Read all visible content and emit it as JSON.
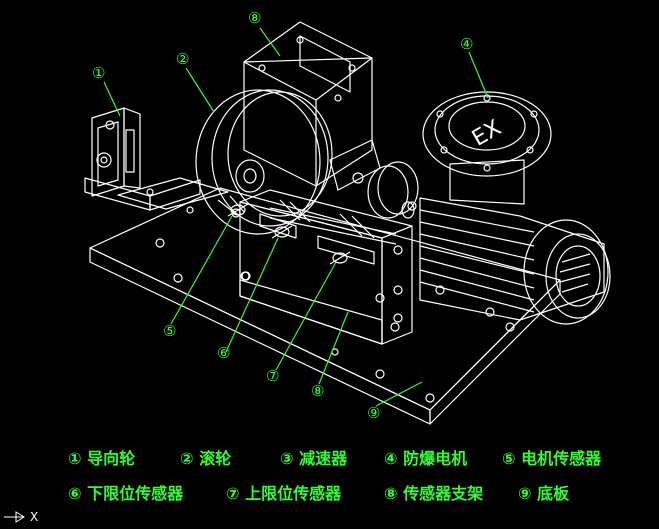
{
  "callouts": [
    "①",
    "②",
    "⑧",
    "④",
    "⑤",
    "⑥",
    "⑦",
    "⑧",
    "⑨"
  ],
  "legend_row1": [
    "① 导向轮",
    "② 滚轮",
    "③ 减速器",
    "④ 防爆电机",
    "⑤ 电机传感器"
  ],
  "legend_row2": [
    "⑥ 下限位传感器",
    "⑦ 上限位传感器",
    "⑧ 传感器支架",
    "⑨ 底板"
  ],
  "motor_plate_text": "EX",
  "ucs_label": "X",
  "colors": {
    "background": "#000000",
    "lines": "#ffffff",
    "annotation": "#2eff2e"
  }
}
